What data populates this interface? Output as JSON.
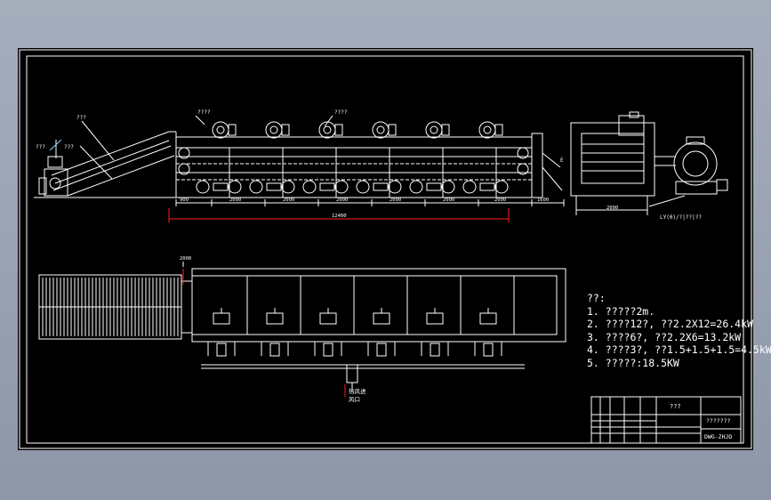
{
  "theme": {
    "background": "#8d97a8",
    "canvas": "#000000",
    "lines": "#ffffff",
    "dimension_red": "#ff2020",
    "cyan": "#7fd6ff"
  },
  "elevation": {
    "label_left_1": "???",
    "label_left_2": "???",
    "label_conveyor": "???",
    "label_fan_1": "????",
    "label_fan_2": "????",
    "dimensions": [
      "900",
      "2000",
      "2000",
      "2000",
      "2000",
      "2000",
      "2000",
      "1600"
    ],
    "total_length": "12400",
    "side_width": "2000",
    "side_label": "E",
    "heater_label": "LY(0)/?|??|??"
  },
  "plan": {
    "height_dim": "2000",
    "inlet_label_1": "热风进",
    "inlet_label_2": "风口"
  },
  "notes": {
    "heading": "??:",
    "items": [
      "1. ?????2m.",
      "2. ????12?, ??2.2X12=26.4kW",
      "3. ????6?, ??2.2X6=13.2kW",
      "4. ????3?, ??1.5+1.5+1.5=4.5kW",
      "5. ?????:18.5KW"
    ]
  },
  "title_block": {
    "title": "???",
    "name": "???????",
    "drawing_no": "DWG-ZHJD"
  }
}
